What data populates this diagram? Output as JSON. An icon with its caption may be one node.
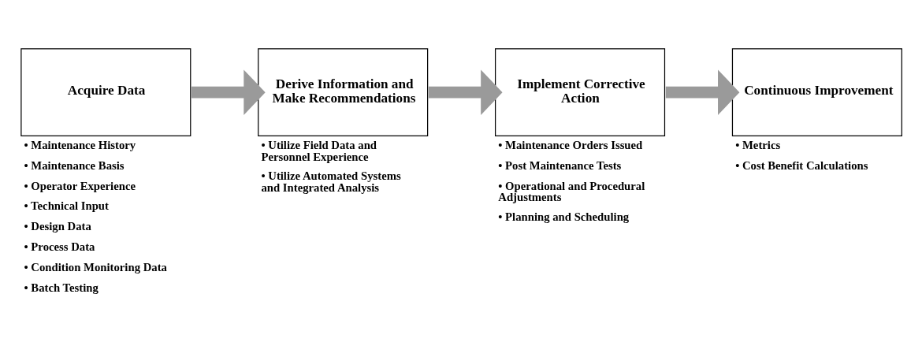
{
  "diagram": {
    "nodes": [
      {
        "text": [
          "Acquire Data"
        ],
        "beside": [
          "• Maintenance History",
          "• Maintenance Basis",
          "• Operator Experience",
          "• Technical Input",
          "• Design Data",
          "• Process Data",
          "• Condition Monitoring Data",
          "• Batch Testing"
        ]
      },
      {
        "text": [
          "Derive Information and Make Recommendations"
        ],
        "beside": [
          "• Utilize Field Data and Personnel Experience",
          "• Utilize Automated Systems and Integrated Analysis"
        ]
      },
      {
        "text": [
          "Implement Corrective Action"
        ],
        "beside": [
          "• Maintenance Orders Issued",
          "• Post Maintenance Tests",
          "• Operational and Procedural Adjustments",
          "• Planning and Scheduling"
        ]
      },
      {
        "text": [
          "Continuous Improvement"
        ],
        "beside": [
          "• Metrics",
          "• Cost Benefit Calculations"
        ]
      }
    ],
    "edges": [
      {
        "from": 0,
        "to": 1,
        "arrow": "to"
      },
      {
        "from": 1,
        "to": 2,
        "arrow": "to"
      },
      {
        "from": 2,
        "to": 3,
        "arrow": "to"
      }
    ]
  }
}
